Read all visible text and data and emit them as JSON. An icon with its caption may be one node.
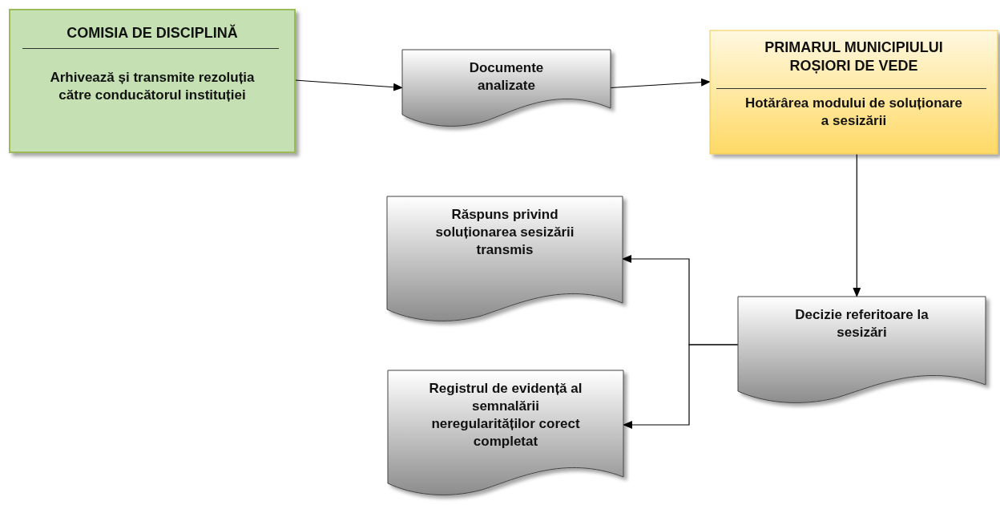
{
  "diagram": {
    "nodes": [
      {
        "text": [
          "COMISIA DE DISCIPLINĂ",
          "Arhivează și transmite rezoluția către conducătorul instituției"
        ]
      },
      {
        "text": [
          "Documente analizate"
        ]
      },
      {
        "text": [
          "PRIMARUL MUNICIPIULUI ROȘIORI DE VEDE",
          "Hotărârea modului de soluționare a sesizării"
        ]
      },
      {
        "text": [
          "Răspuns privind soluționarea sesizării transmis"
        ]
      },
      {
        "text": [
          "Decizie referitoare la sesizări"
        ]
      },
      {
        "text": [
          "Registrul de evidență al semnalării neregularităților corect completat"
        ]
      }
    ],
    "edges": [
      {
        "from": 0,
        "to": 1,
        "arrow": "to"
      },
      {
        "from": 1,
        "to": 2,
        "arrow": "to"
      },
      {
        "from": 2,
        "to": 4,
        "arrow": "to"
      },
      {
        "from": 4,
        "to": 3,
        "arrow": "to"
      },
      {
        "from": 4,
        "to": 5,
        "arrow": "to"
      }
    ]
  }
}
